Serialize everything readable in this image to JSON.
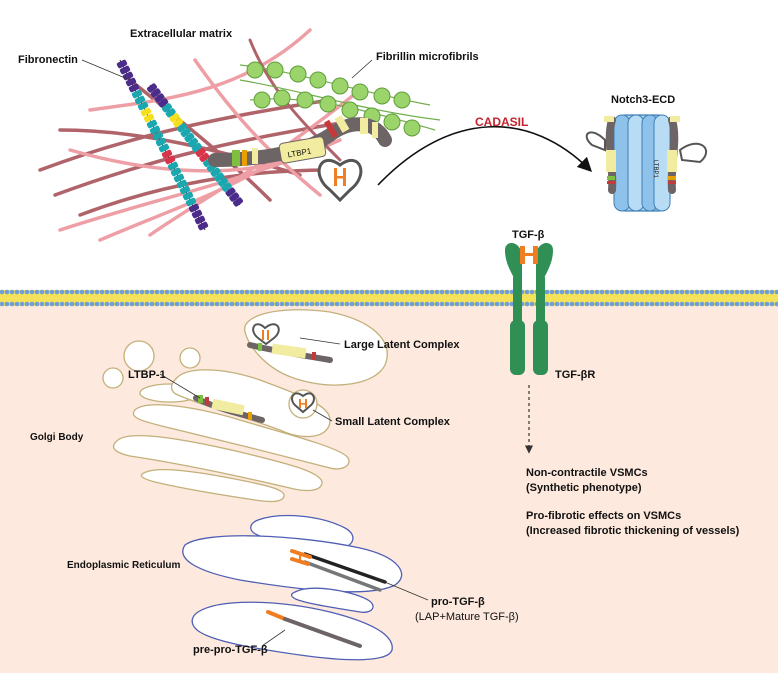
{
  "labels": {
    "extracellular_matrix": "Extracellular matrix",
    "fibronectin": "Fibronectin",
    "fibrillin": "Fibrillin microfibrils",
    "ltbp1_tag": "LTBP1",
    "cadasil": "CADASIL",
    "notch3": "Notch3-ECD",
    "notch_tag": "LTBP1",
    "tgfb": "TGF-β",
    "tgfbr": "TGF-βR",
    "large_latent": "Large Latent Complex",
    "ltbp1": "LTBP-1",
    "small_latent": "Small Latent Complex",
    "golgi": "Golgi Body",
    "er": "Endoplasmic Reticulum",
    "pro_tgfb": "pro-TGF-β",
    "pro_tgfb_sub": "(LAP+Mature TGF-β)",
    "pre_pro_tgfb": "pre-pro-TGF-β",
    "effect1_line1": "Non-contractile VSMCs",
    "effect1_line2": "(Synthetic phenotype)",
    "effect2_line1": "Pro-fibrotic effects on VSMCs",
    "effect2_line2": "(Increased fibrotic thickening of vessels)"
  },
  "colors": {
    "cytoplasm": "#fde9de",
    "membrane_head": "#6f9ed8",
    "membrane_tail": "#f3e25a",
    "collagen_dark": "#b0646a",
    "collagen_pink": "#ee9fa6",
    "fibronectin_bead": "#1aa8b0",
    "fibronectin_end": "#4b2c8a",
    "fibronectin_yellow": "#f6e01e",
    "fibrillin_bead": "#9bd46a",
    "ltbp_grey": "#6d6466",
    "ltbp_yellow": "#f1ec9f",
    "tgf_orange": "#f07d22",
    "receptor_green": "#2f8f55",
    "notch_blue": "#a8d3f1",
    "cadasil_red": "#c4242d",
    "golgi_line": "#c3b07a",
    "er_line": "#4f5fb4"
  }
}
